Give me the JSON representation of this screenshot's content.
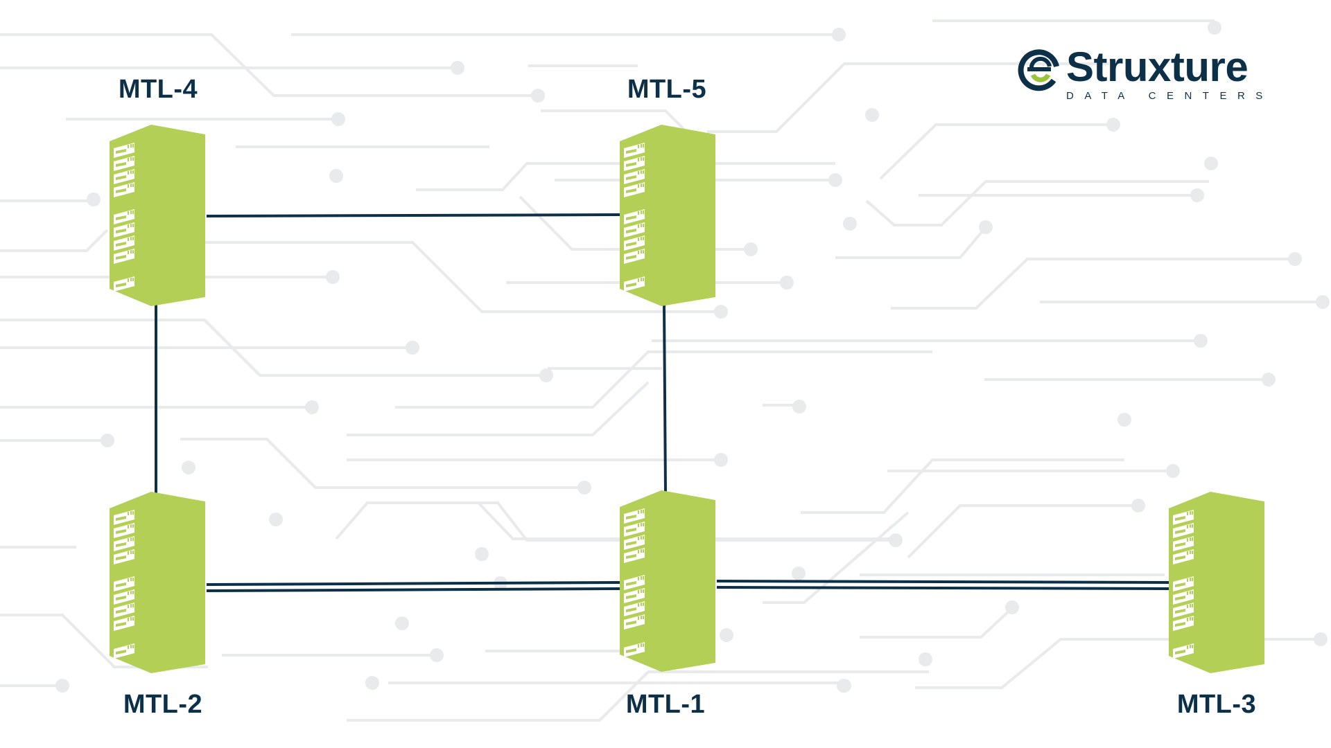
{
  "logo": {
    "name": "Struxture",
    "tagline": "DATA CENTERS"
  },
  "colors": {
    "server": "#b3cf55",
    "link": "#0d3049",
    "text": "#0d3049",
    "circuit": "#e6e8ea"
  },
  "nodes": [
    {
      "id": "MTL-4",
      "label": "MTL-4"
    },
    {
      "id": "MTL-5",
      "label": "MTL-5"
    },
    {
      "id": "MTL-2",
      "label": "MTL-2"
    },
    {
      "id": "MTL-1",
      "label": "MTL-1"
    },
    {
      "id": "MTL-3",
      "label": "MTL-3"
    }
  ],
  "links": [
    {
      "from": "MTL-4",
      "to": "MTL-5",
      "count": 1
    },
    {
      "from": "MTL-4",
      "to": "MTL-2",
      "count": 1
    },
    {
      "from": "MTL-5",
      "to": "MTL-1",
      "count": 1
    },
    {
      "from": "MTL-2",
      "to": "MTL-1",
      "count": 2
    },
    {
      "from": "MTL-1",
      "to": "MTL-3",
      "count": 2
    }
  ]
}
